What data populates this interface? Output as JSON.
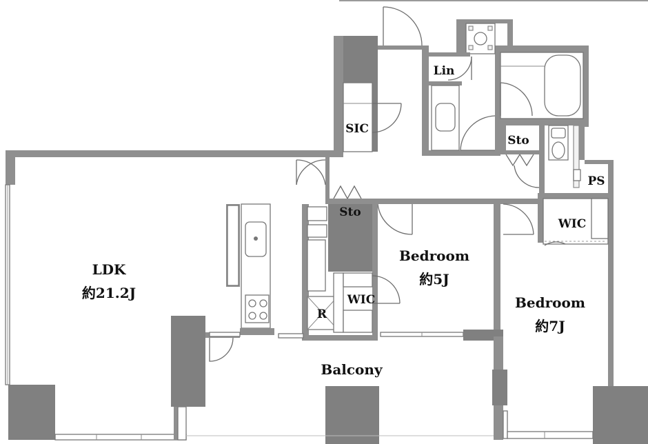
{
  "floor_plan": {
    "rooms": [
      {
        "id": "ldk",
        "name": "LDK",
        "size": "約21.2J"
      },
      {
        "id": "bedroom-1",
        "name": "Bedroom",
        "size": "約5J"
      },
      {
        "id": "bedroom-2",
        "name": "Bedroom",
        "size": "約7J"
      },
      {
        "id": "balcony",
        "name": "Balcony"
      }
    ],
    "spaces": {
      "lin": "Lin",
      "sic": "SIC",
      "sto_bath": "Sto",
      "sto_hall": "Sto",
      "ps": "PS",
      "wic_bedroom1": "WIC",
      "wic_bedroom2": "WIC",
      "refrigerator": "R"
    }
  }
}
